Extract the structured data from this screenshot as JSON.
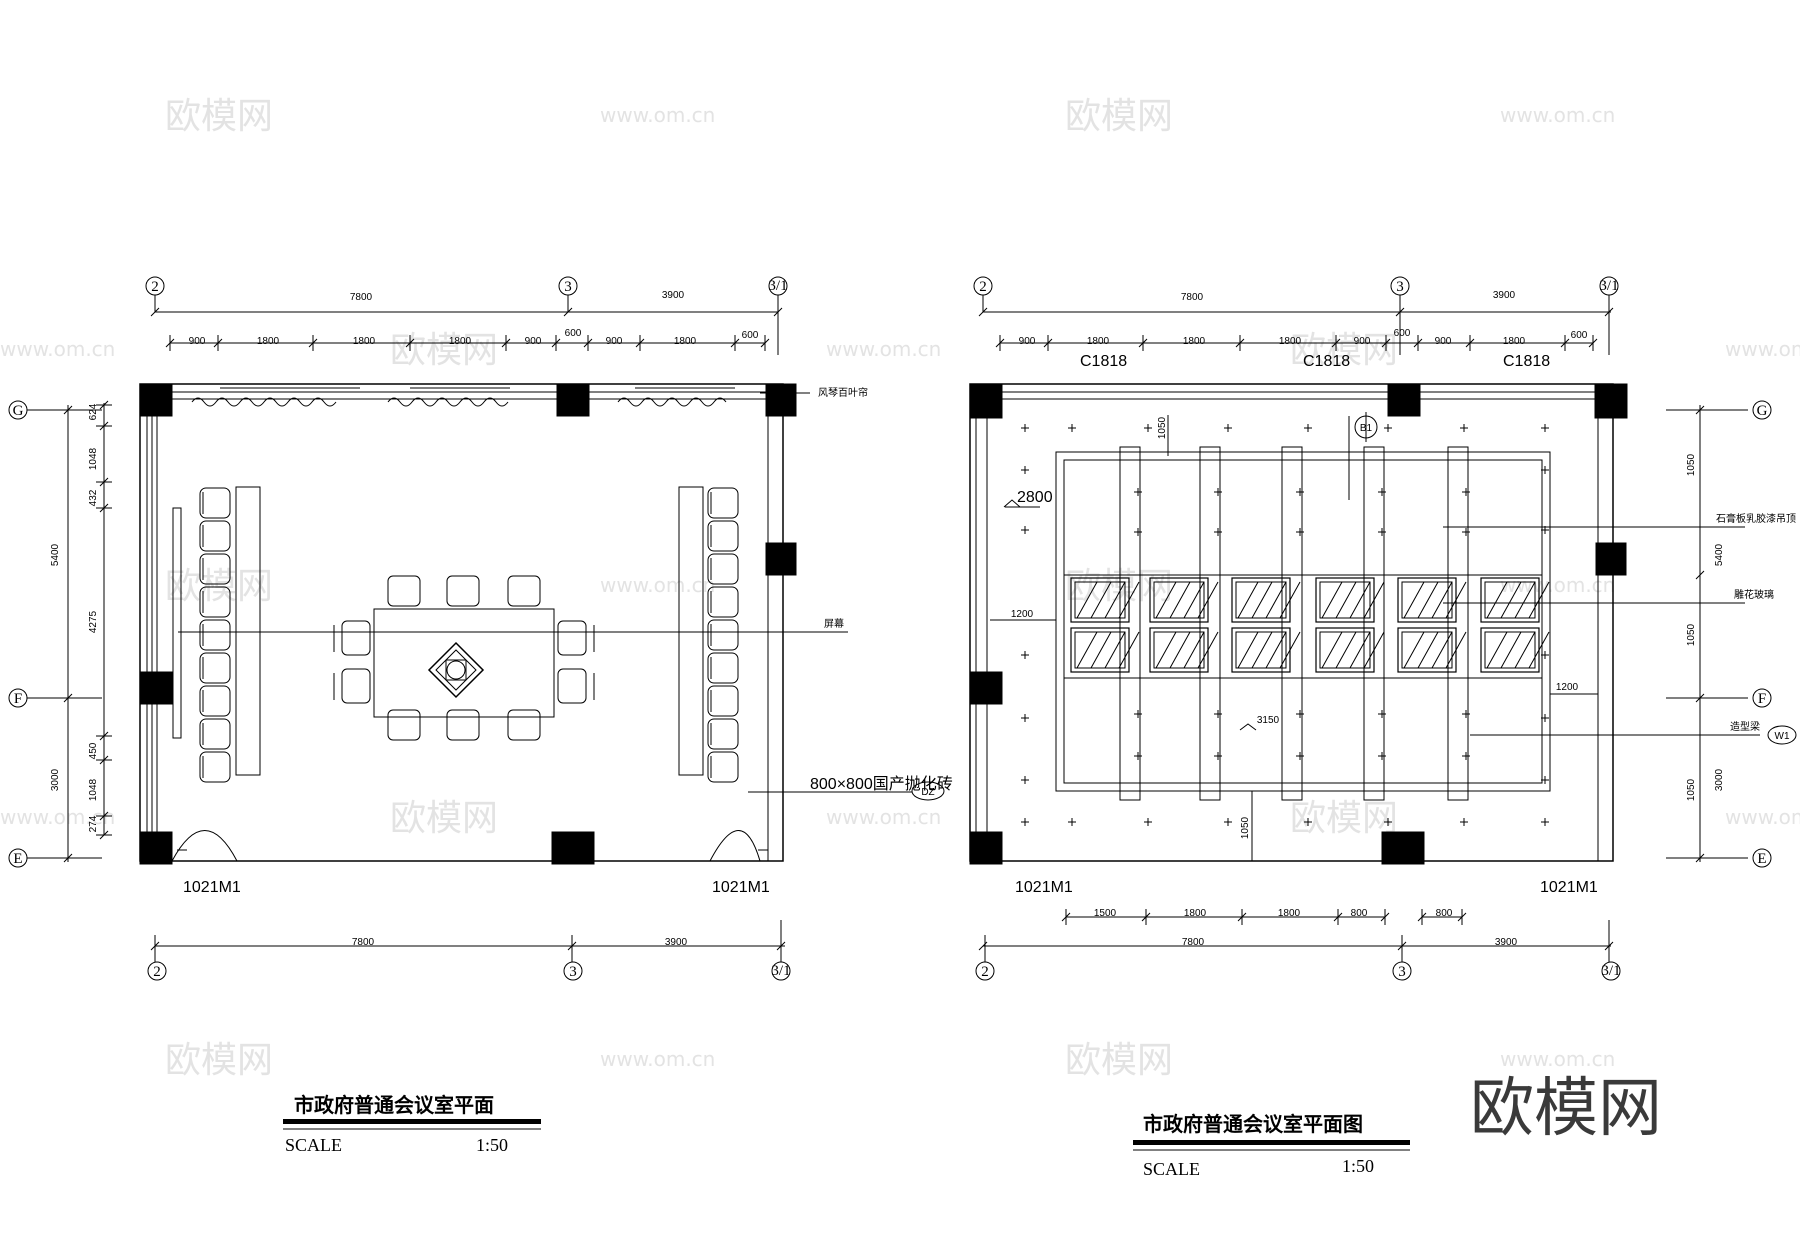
{
  "watermark": {
    "brand": "欧模网",
    "url": "www.om.cn"
  },
  "left": {
    "axes_top": [
      "2",
      "3",
      "3/1"
    ],
    "axes_left": [
      "G",
      "F",
      "E"
    ],
    "top_total": [
      "7800",
      "3900"
    ],
    "top_detail": [
      "900",
      "1800",
      "1800",
      "1800",
      "900",
      "600",
      "900",
      "1800",
      "600"
    ],
    "left_total": [
      "5400",
      "3000"
    ],
    "left_detail": [
      "624",
      "1048",
      "432",
      "4275",
      "450",
      "1048",
      "274"
    ],
    "bottom_total": [
      "7800",
      "3900"
    ],
    "door_left": "1021M1",
    "door_right": "1021M1",
    "callout_curtain": "风琴百叶帘",
    "callout_screen": "屏幕",
    "callout_floor": "800×800国产抛化砖",
    "callout_tag": "DZ",
    "title": "市政府普通会议室平面",
    "scale_label": "SCALE",
    "scale_value": "1:50"
  },
  "right": {
    "axes_top": [
      "2",
      "3",
      "3/1"
    ],
    "axes_right": [
      "G",
      "F",
      "E"
    ],
    "top_total": [
      "7800",
      "3900"
    ],
    "top_detail": [
      "900",
      "1800",
      "1800",
      "1800",
      "900",
      "600",
      "900",
      "1800",
      "600"
    ],
    "window_labels": [
      "C1818",
      "C1818",
      "C1818"
    ],
    "right_total": [
      "5400",
      "3000"
    ],
    "right_detail": [
      "1050",
      "1050",
      "1050"
    ],
    "inner_dims": [
      "1050",
      "2800",
      "1200",
      "3150",
      "1200",
      "1050"
    ],
    "bottom_detail": [
      "1500",
      "1800",
      "1800",
      "800",
      "800"
    ],
    "bottom_total": [
      "7800",
      "3900"
    ],
    "door_left": "1021M1",
    "door_right": "1021M1",
    "callout_ceiling": "石膏板乳胶漆吊顶",
    "callout_glass": "雕花玻璃",
    "callout_beam": "造型梁",
    "callout_tag": "W1",
    "section_mark": "B1",
    "title": "市政府普通会议室平面图",
    "scale_label": "SCALE",
    "scale_value": "1:50"
  },
  "logo": "欧模网"
}
